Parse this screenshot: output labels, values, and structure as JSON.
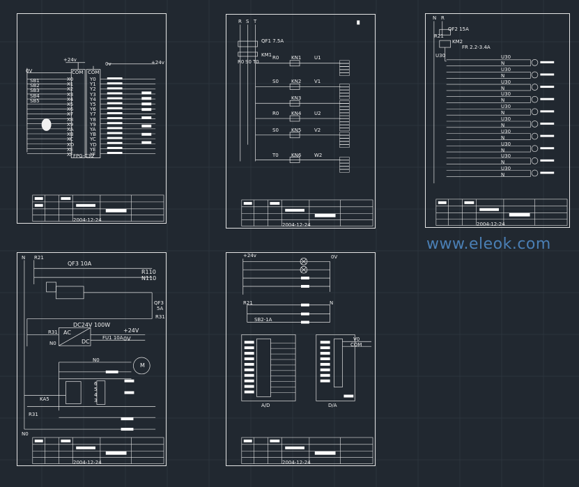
{
  "watermark": "www.eleok.com",
  "sheet1": {
    "supply_plus": "+24v",
    "supply_zero": "0v",
    "supply_plus_right": "+24v",
    "plc_model": "FPG-C32",
    "com_left": "COM",
    "com_right": "COM",
    "label_0v": "0V",
    "inputs": [
      "X0",
      "X1",
      "X2",
      "X3",
      "X4",
      "X5",
      "X6",
      "X7",
      "X8",
      "X9",
      "XA",
      "XB",
      "XC",
      "XD",
      "XE",
      "XF"
    ],
    "outputs": [
      "Y0",
      "Y1",
      "Y2",
      "Y3",
      "Y4",
      "Y5",
      "Y6",
      "Y7",
      "Y8",
      "Y9",
      "YA",
      "YB",
      "YC",
      "YD",
      "YE",
      "YF"
    ],
    "input_codes": [
      "SB1",
      "SB2",
      "SB3",
      "SB4",
      "SB5"
    ],
    "date": "2004-12-24"
  },
  "sheet2": {
    "phases": [
      "R",
      "S",
      "T"
    ],
    "breaker": "QF1 7.5A",
    "contactor": "KM1",
    "bus": [
      "R0",
      "S0",
      "T0"
    ],
    "relays": [
      "KN1",
      "KN2",
      "KN3",
      "KN4",
      "KN5",
      "KN6"
    ],
    "phase_rows": [
      "R0",
      "S0",
      "R0",
      "S0",
      "T0"
    ],
    "outputs": [
      "U1",
      "V1",
      "U2",
      "V2",
      "W2"
    ],
    "date": "2004-12-24"
  },
  "sheet3": {
    "phases": [
      "N",
      "R"
    ],
    "breaker": "QF2 15A",
    "r_label": "R21",
    "contactor": "KM2",
    "fr": "FR 2.2-3.4A",
    "bus": "U30",
    "rows": [
      "U30",
      "N",
      "U30",
      "N",
      "U30",
      "N",
      "U30",
      "N",
      "U30",
      "N",
      "U30",
      "N",
      "U30",
      "N",
      "U30",
      "N",
      "U30",
      "N",
      "U30",
      "N"
    ],
    "date": "2004-12-24"
  },
  "sheet4": {
    "phases": [
      "N",
      "R21"
    ],
    "breaker": "QF3 10A",
    "r110": "R110",
    "n110": "N110",
    "qf3": "QF3",
    "qf3_rating": "5A",
    "r31": "R31",
    "psu": "DC24V 100W",
    "ac": "AC",
    "dc": "DC",
    "n0": "N0",
    "fuse": "FU1 10A",
    "plus24": "+24V",
    "zero": "0V",
    "motor": "M",
    "ka": "KA5",
    "terminals": [
      "6",
      "5",
      "4",
      "3"
    ],
    "r31b": "R31",
    "n0b": "N0",
    "date": "2004-12-24"
  },
  "sheet5": {
    "plus24": "+24v",
    "zero": "0V",
    "r21": "R21",
    "n": "N",
    "sb": "SB2-1A",
    "ad": "A/D",
    "da": "D/A",
    "v0": "V0",
    "com": "COM",
    "date": "2004-12-24"
  }
}
